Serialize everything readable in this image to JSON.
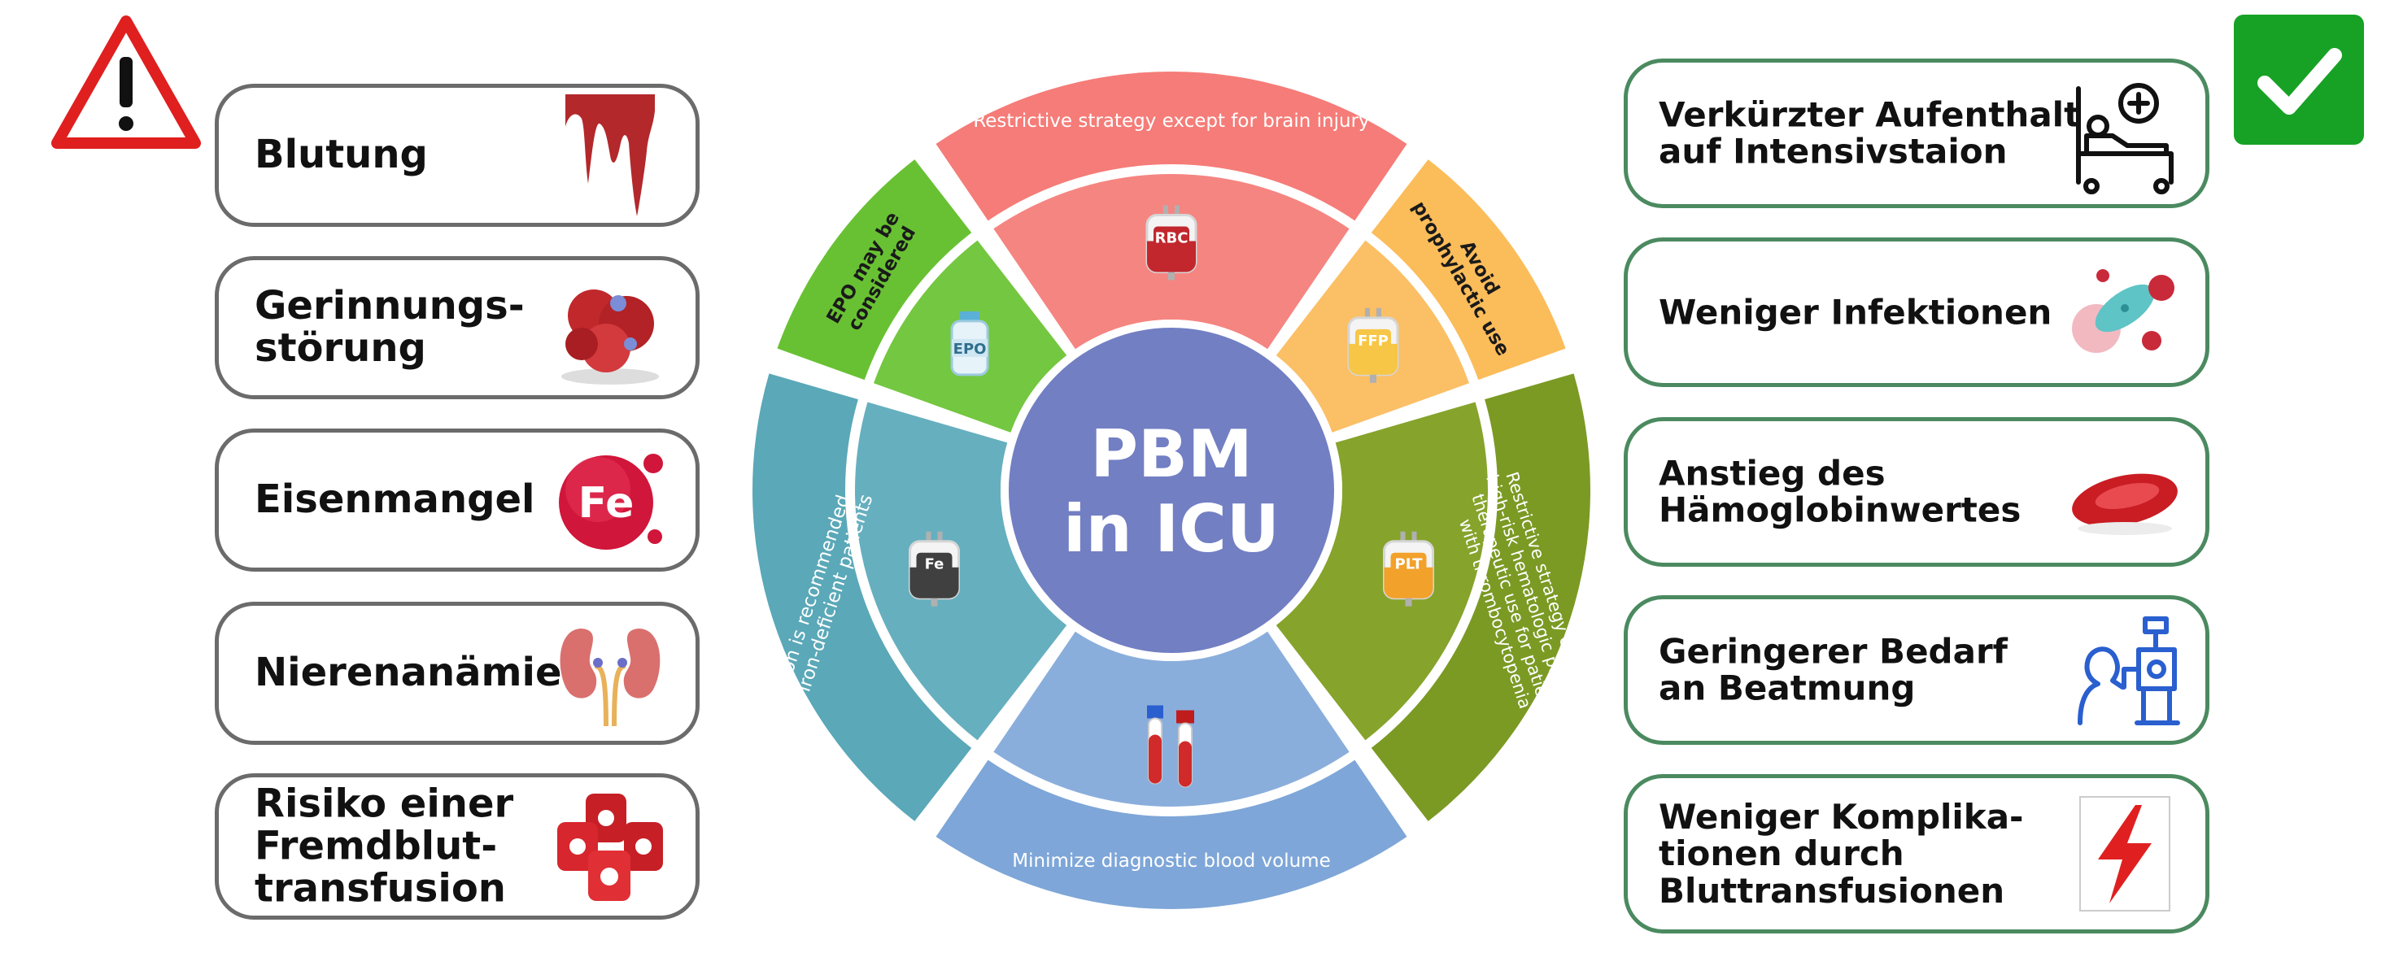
{
  "left_cards": [
    {
      "label": "Blutung",
      "icon": "blood-drip-icon"
    },
    {
      "label": "Gerinnungs-\nstörung",
      "icon": "blood-clot-icon"
    },
    {
      "label": "Eisenmangel",
      "icon": "iron-fe-icon"
    },
    {
      "label": "Nierenanämie",
      "icon": "kidneys-icon"
    },
    {
      "label": "Risiko einer\nFremdblut-\ntransfusion",
      "icon": "blood-bags-icon"
    }
  ],
  "right_cards": [
    {
      "label": "Verkürzter Aufenthalt\nauf Intensivstaion",
      "icon": "hospital-bed-icon"
    },
    {
      "label": "Weniger Infektionen",
      "icon": "bacteria-icon"
    },
    {
      "label": "Anstieg des\nHämoglobinwertes",
      "icon": "red-blood-cell-icon"
    },
    {
      "label": "Geringerer Bedarf\nan Beatmung",
      "icon": "ventilator-icon"
    },
    {
      "label": "Weniger Komplika-\ntionen durch\nBluttransfusionen",
      "icon": "lightning-icon"
    }
  ],
  "wheel": {
    "center_line1": "PBM",
    "center_line2": "in ICU",
    "center_color": "#727fc3",
    "segments": [
      {
        "key": "rbc",
        "outer_text": [
          "Restrictive strategy except for brain injury"
        ],
        "bag_label": "RBC",
        "outer_color": "#f57c78",
        "inner_color": "#f58581"
      },
      {
        "key": "ffp",
        "outer_text": [
          "Avoid",
          "prophylactic use"
        ],
        "bag_label": "FFP",
        "outer_color": "#fbbc5a",
        "inner_color": "#fbbf66"
      },
      {
        "key": "plt",
        "outer_text": [
          "Restrictive strategy except for",
          "high-risk hematologic patients;",
          "therapeutic use  for patients",
          "with thrombocytopenia"
        ],
        "bag_label": "PLT",
        "outer_color": "#7b9a24",
        "inner_color": "#86a32c"
      },
      {
        "key": "sampling",
        "outer_text": [
          "Minimize diagnostic blood volume"
        ],
        "bag_label": "",
        "outer_color": "#7ea6d8",
        "inner_color": "#8aaedc"
      },
      {
        "key": "iron",
        "outer_text": [
          "IV Iron is recommended",
          "for iron-deficient patients"
        ],
        "bag_label": "Fe",
        "outer_color": "#5aa8b8",
        "inner_color": "#66afbf"
      },
      {
        "key": "epo",
        "outer_text": [
          "EPO may be",
          "considered"
        ],
        "bag_label": "EPO",
        "outer_color": "#68c133",
        "inner_color": "#74c740"
      }
    ]
  }
}
